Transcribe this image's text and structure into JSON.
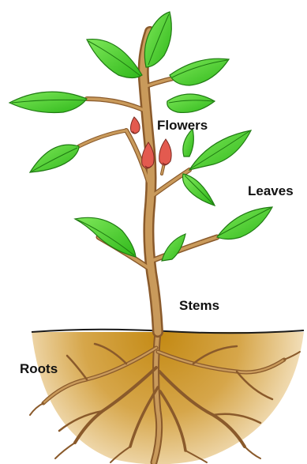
{
  "diagram": {
    "labels": {
      "flowers": "Flowers",
      "leaves": "Leaves",
      "stems": "Stems",
      "roots": "Roots"
    },
    "colors": {
      "leaf": "#4cd62a",
      "leaf_vein": "#1f7a12",
      "stem": "#c99a5b",
      "stem_outline": "#8a5a2b",
      "flower": "#e35a4f",
      "soil_center": "#c48a14",
      "soil_edge": "#ffffff",
      "ground_line": "#1a1a1a",
      "root": "#8a5a2b"
    }
  }
}
